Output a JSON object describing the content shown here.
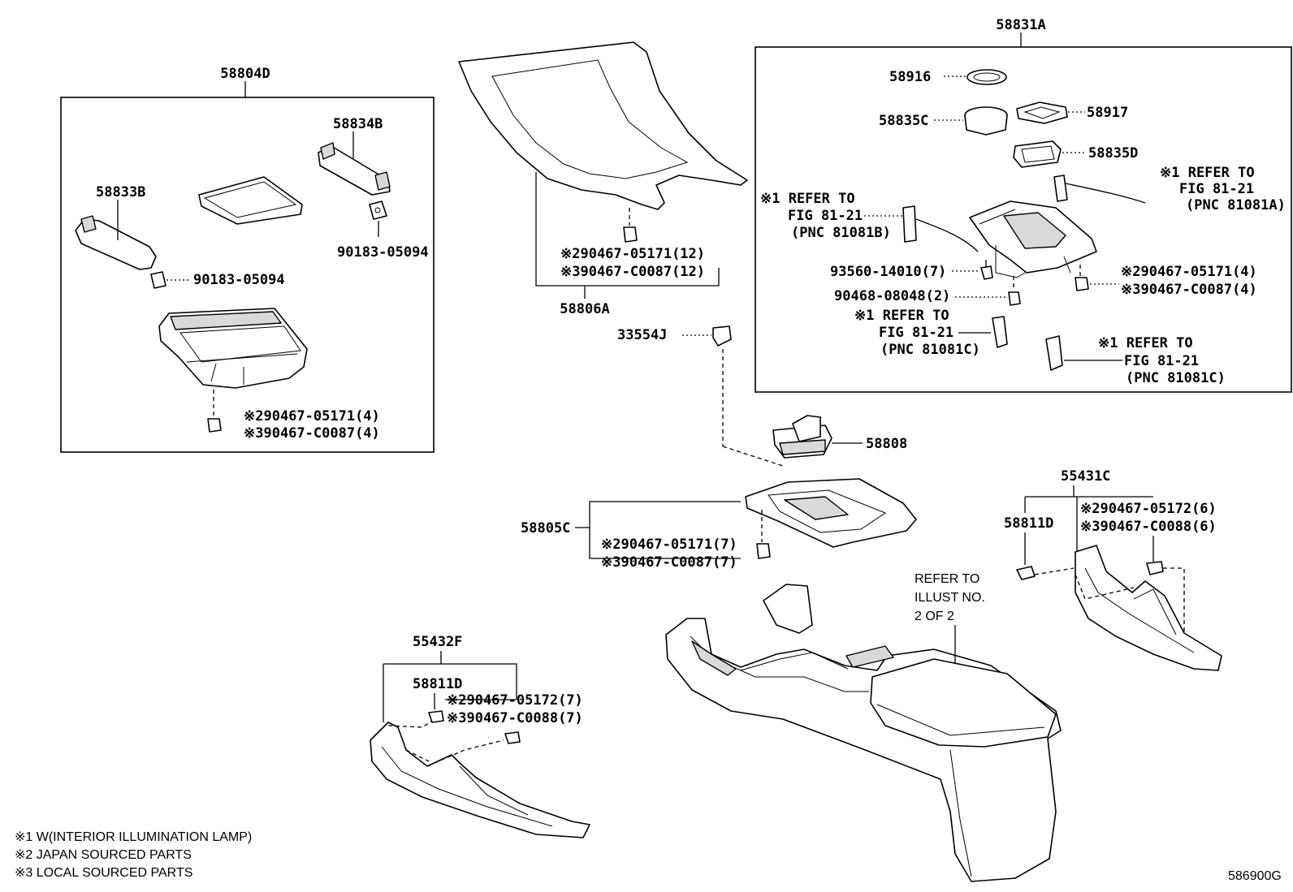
{
  "labels": {
    "p58804D": "58804D",
    "p58834B": "58834B",
    "p58833B": "58833B",
    "p90183a": "90183-05094",
    "p90183b": "90183-05094",
    "box1_clip_a": "※290467-05171(4)",
    "box1_clip_b": "※390467-C0087(4)",
    "p58806A": "58806A",
    "top_clip_a": "※290467-05171(12)",
    "top_clip_b": "※390467-C0087(12)",
    "p33554J": "33554J",
    "p58831A": "58831A",
    "p58916": "58916",
    "p58917": "58917",
    "p58835C": "58835C",
    "p58835D": "58835D",
    "ref_a1": "※1 REFER TO",
    "ref_a2": "FIG 81-21",
    "ref_a3": "(PNC 81081A)",
    "ref_b1": "※1 REFER TO",
    "ref_b2": "FIG 81-21",
    "ref_b3": "(PNC 81081B)",
    "p93560": "93560-14010(7)",
    "p90468": "90468-08048(2)",
    "box2_clip_a": "※290467-05171(4)",
    "box2_clip_b": "※390467-C0087(4)",
    "ref_c1": "※1 REFER TO",
    "ref_c2": "FIG 81-21",
    "ref_c3": "(PNC 81081C)",
    "ref_d1": "※1 REFER TO",
    "ref_d2": "FIG 81-21",
    "ref_d3": "(PNC 81081C)",
    "p58808": "58808",
    "p58805C": "58805C",
    "mid_clip_a": "※290467-05171(7)",
    "mid_clip_b": "※390467-C0087(7)",
    "p55431C": "55431C",
    "p58811D_r": "58811D",
    "right_clip_a": "※290467-05172(6)",
    "right_clip_b": "※390467-C0088(6)",
    "refer1": "REFER TO",
    "refer2": "ILLUST NO.",
    "refer3": "2 OF 2",
    "p55432F": "55432F",
    "p58811D_l": "58811D",
    "left_clip_a": "※290467-05172(7)",
    "left_clip_b": "※390467-C0088(7)",
    "legend1": "※1 W(INTERIOR ILLUMINATION LAMP)",
    "legend2": "※2 JAPAN SOURCED PARTS",
    "legend3": "※3 LOCAL SOURCED PARTS",
    "drawing_no": "586900G"
  }
}
